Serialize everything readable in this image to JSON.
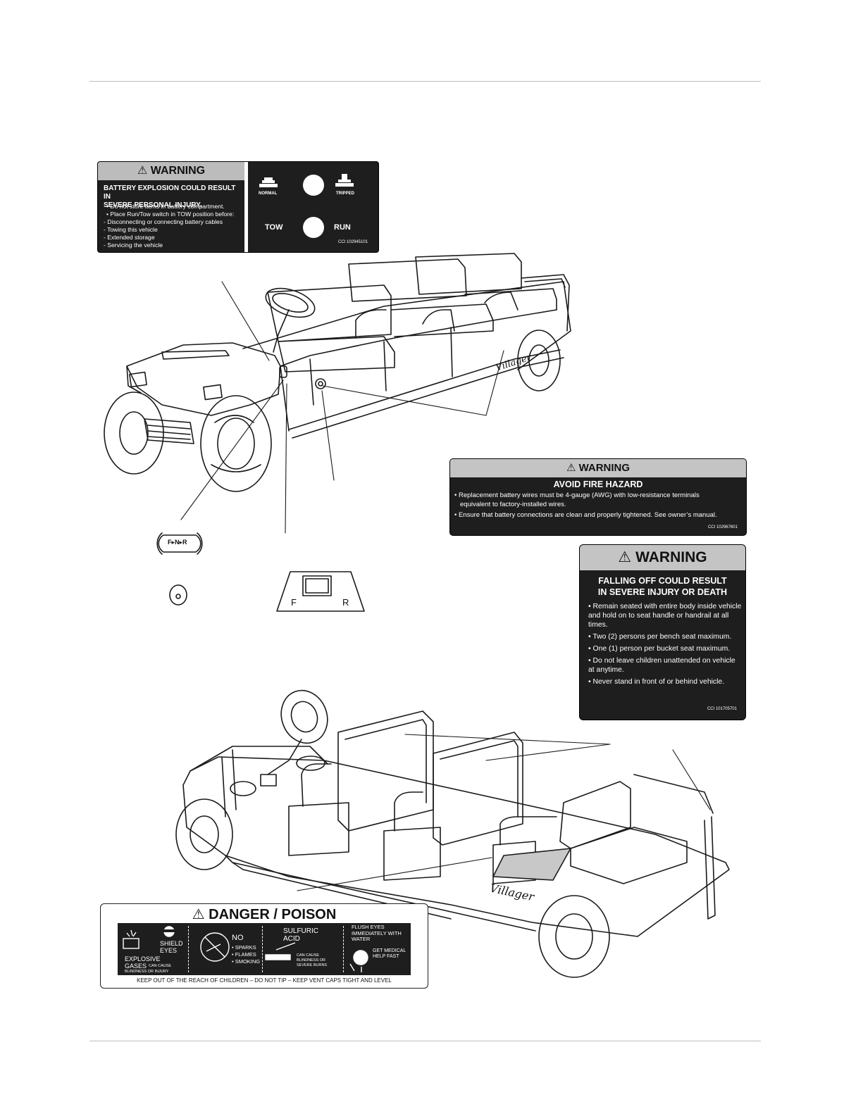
{
  "battery_label": {
    "header": "WARNING",
    "headline_1": "BATTERY EXPLOSION COULD RESULT IN",
    "headline_2": "SEVERE PERSONAL INJURY.",
    "bullets": [
      "• Do not store items in battery compartment.",
      "• Place Run/Tow switch in TOW position before:",
      "- Disconnecting or connecting battery cables",
      "- Towing this vehicle",
      "- Extended storage",
      "- Servicing the vehicle"
    ],
    "normal": "NORMAL",
    "tripped": "TRIPPED",
    "tow": "TOW",
    "run": "RUN",
    "code": "CCI 102945101"
  },
  "fire_label": {
    "header": "WARNING",
    "subtitle": "AVOID FIRE HAZARD",
    "bullets": [
      "• Replacement battery wires must be 4-gauge (AWG) with low-resistance terminals",
      "equivalent to factory-installed wires.",
      "• Ensure that battery connections are clean and properly tightened. See owner’s manual."
    ],
    "code": "CCI 102967601"
  },
  "fall_label": {
    "header": "WARNING",
    "subtitle_1": "FALLING OFF COULD RESULT",
    "subtitle_2": "IN SEVERE INJURY OR DEATH",
    "items": [
      "• Remain seated with entire body inside vehicle and hold on to seat handle or handrail at all times.",
      "• Two (2) persons per bench seat maximum.",
      "• One (1) person per bucket seat maximum.",
      "• Do not leave children unattended on vehicle at anytime.",
      "• Never stand in front of or behind vehicle."
    ],
    "code": "CCI 101705701"
  },
  "danger_label": {
    "title": "DANGER / POISON",
    "shield_eyes": "SHIELD EYES",
    "explosive": "EXPLOSIVE",
    "gases": "GASES",
    "can_cause": "CAN CAUSE",
    "blindness_injury": "BLINDNESS OR INJURY",
    "no": "NO",
    "no_items": [
      "• SPARKS",
      "• FLAMES",
      "• SMOKING"
    ],
    "sulfuric": "SULFURIC",
    "acid": "ACID",
    "acid_effects": "CAN CAUSE BLINDNESS OR SEVERE BURNS",
    "flush": "FLUSH EYES IMMEDIATELY WITH WATER",
    "get_help": "GET MEDICAL HELP FAST",
    "footer": "KEEP OUT OF THE REACH OF CHILDREN – DO NOT TIP – KEEP VENT CAPS TIGHT AND LEVEL"
  },
  "switch_icons": {
    "fnr": "F▸N▸R",
    "f": "F",
    "r": "R"
  },
  "vehicle_brand": "Villager",
  "colors": {
    "label_dark": "#1e1e1e",
    "label_header": "#c4c4c4",
    "rule": "#bdbdbd"
  }
}
